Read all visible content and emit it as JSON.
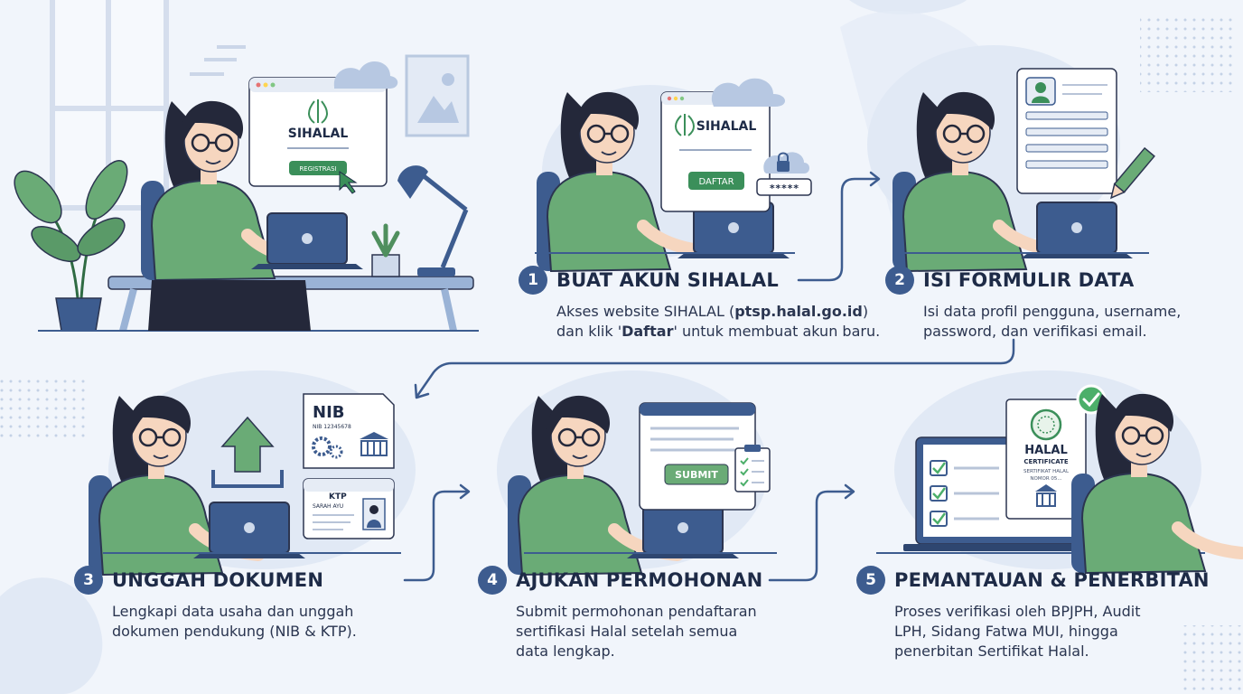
{
  "illustration": {
    "hero_window_brand": "SIHALAL",
    "hero_button_label": "REGISTRASI",
    "step1_window_brand": "SIHALAL",
    "step1_button_label": "DAFTAR",
    "step1_password_mask": "*****",
    "nib_card_title": "NIB",
    "nib_card_number": "NIB 12345678",
    "ktp_card_title": "KTP",
    "ktp_card_name": "SARAH AYU",
    "submit_button_label": "SUBMIT",
    "certificate_title": "HALAL",
    "certificate_subtitle": "CERTIFICATE",
    "certificate_line1": "SERTIFIKAT HALAL",
    "certificate_line2": "NOMOR 05..."
  },
  "steps": [
    {
      "number": "1",
      "title": "BUAT AKUN SIHALAL",
      "desc_line1_prefix": "Akses website SIHALAL (",
      "desc_line1_bold": "ptsp.halal.go.id",
      "desc_line1_suffix": ")",
      "desc_line2_prefix": "dan klik '",
      "desc_line2_bold": "Daftar",
      "desc_line2_suffix": "' untuk membuat akun baru."
    },
    {
      "number": "2",
      "title": "ISI FORMULIR DATA",
      "desc_lines": [
        "Isi data profil pengguna, username,",
        "password, dan verifikasi email."
      ]
    },
    {
      "number": "3",
      "title": "UNGGAH DOKUMEN",
      "desc_lines": [
        "Lengkapi data usaha dan unggah",
        "dokumen pendukung (NIB & KTP)."
      ]
    },
    {
      "number": "4",
      "title": "AJUKAN PERMOHONAN",
      "desc_lines": [
        "Submit permohonan pendaftaran",
        "sertifikasi Halal setelah semua",
        "data lengkap."
      ]
    },
    {
      "number": "5",
      "title": "PEMANTAUAN & PENERBITAN",
      "desc_lines": [
        "Proses verifikasi oleh BPJPH, Audit",
        "LPH, Sidang Fatwa MUI, hingga",
        "penerbitan Sertifikat Halal."
      ]
    }
  ],
  "colors": {
    "background": "#f1f5fb",
    "accent_navy": "#3d5c8f",
    "shirt_green": "#6aab76",
    "halal_green": "#3b8f5a",
    "hair": "#24283a",
    "laptop_blue": "#3d5c8f",
    "check_green": "#4caf6a"
  }
}
